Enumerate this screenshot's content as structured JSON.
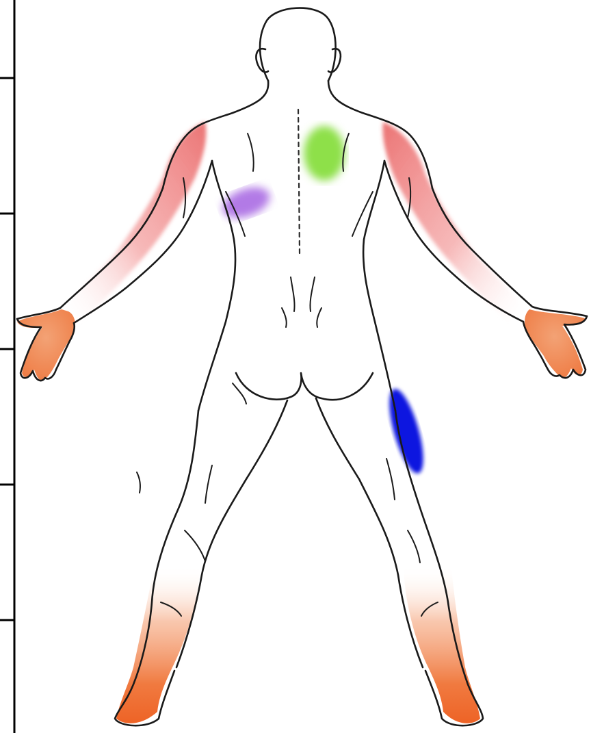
{
  "figure": {
    "view": "posterior",
    "colors": {
      "background": "#ffffff",
      "outline": "#1a1a1a",
      "left_table_border": "#000000"
    },
    "pain_regions": [
      {
        "id": "upper-back-right",
        "color": "#8ee04a",
        "label": ""
      },
      {
        "id": "scapula-left",
        "color": "#b27ae6",
        "label": ""
      },
      {
        "id": "hamstring-right",
        "color": "#0a12e0",
        "label": ""
      },
      {
        "id": "arms",
        "color": "#ea5a5a",
        "label": ""
      },
      {
        "id": "hands-feet",
        "color": "#ee6a2a",
        "label": ""
      }
    ]
  }
}
